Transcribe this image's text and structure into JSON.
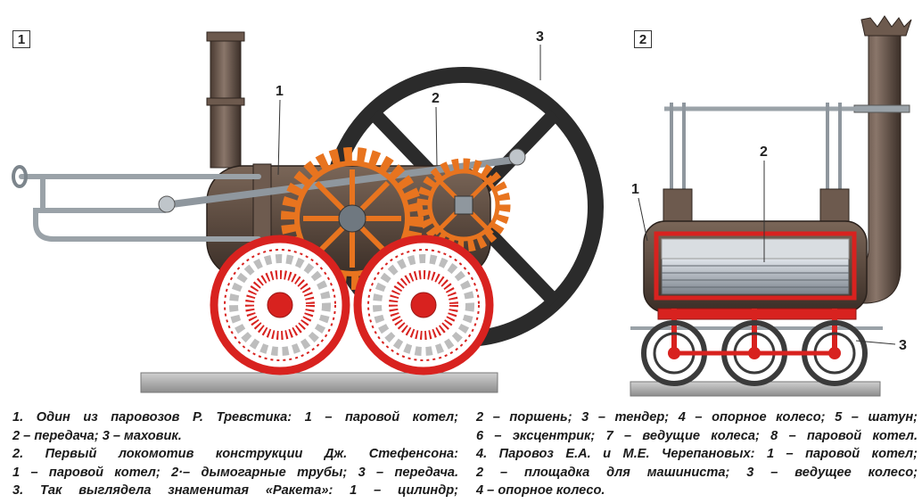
{
  "figure": {
    "panel1_label": "1",
    "panel2_label": "2",
    "callouts_panel1": [
      "1",
      "2",
      "3"
    ],
    "callouts_panel2": [
      "1",
      "2",
      "3"
    ]
  },
  "caption": {
    "left_lines": [
      "1. Один из паровозов Р. Тревстика: 1 – паровой котел;",
      "2 – передача; 3 – маховик.",
      "2. Первый локомотив конструкции Дж. Стефенсона:",
      "1 – паровой котел; 2·– дымогарные трубы; 3 – передача.",
      "3. Так выглядела знаменитая «Ракета»: 1 – цилиндр;"
    ],
    "right_lines": [
      "2 – поршень; 3 – тендер; 4 – опорное колесо; 5 – шатун;",
      "6 – эксцентрик; 7 – ведущие колеса; 8 – паровой котел.",
      "4. Паровоз Е.А. и М.Е. Черепановых: 1 – паровой котел;",
      "2 – площадка для машиниста; 3 – ведущее колесо;",
      "4 – опорное колесо."
    ]
  },
  "colors": {
    "boiler": "#5b4a3f",
    "wheel_red": "#d8221f",
    "gear_orange": "#e8741f",
    "rail_gray": "#9a9a9a",
    "flywheel": "#2b2b2b"
  }
}
